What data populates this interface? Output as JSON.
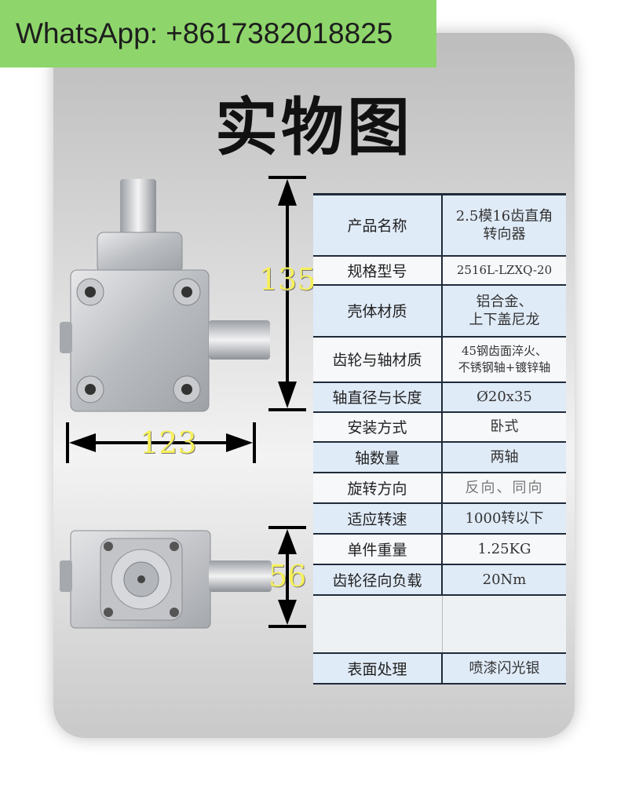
{
  "watermark": {
    "text": "WhatsApp: +8617382018825"
  },
  "title": "实物图",
  "dimensions": {
    "height": "135",
    "width": "123",
    "depth": "56"
  },
  "specs": [
    {
      "label": "产品名称",
      "value": "2.5模16齿直角\n转向器"
    },
    {
      "label": "规格型号",
      "value": "2516L-LZXQ-20"
    },
    {
      "label": "壳体材质",
      "value": "铝合金、\n上下盖尼龙"
    },
    {
      "label": "齿轮与轴材质",
      "value": "45钢齿面淬火、\n不锈钢轴+镀锌轴"
    },
    {
      "label": "轴直径与长度",
      "value": "Ø20x35"
    },
    {
      "label": "安装方式",
      "value": "卧式"
    },
    {
      "label": "轴数量",
      "value": "两轴"
    },
    {
      "label": "旋转方向",
      "value": "反向、同向"
    },
    {
      "label": "适应转速",
      "value": "1000转以下"
    },
    {
      "label": "单件重量",
      "value": "1.25KG"
    },
    {
      "label": "齿轮径向负载",
      "value": "20Nm"
    },
    {
      "label": "表面处理",
      "value": "喷漆闪光银"
    }
  ],
  "colors": {
    "watermark_bg": "#8ed66b",
    "dimension_text": "#f6f05a",
    "row_blue": "#e0ebf8"
  }
}
